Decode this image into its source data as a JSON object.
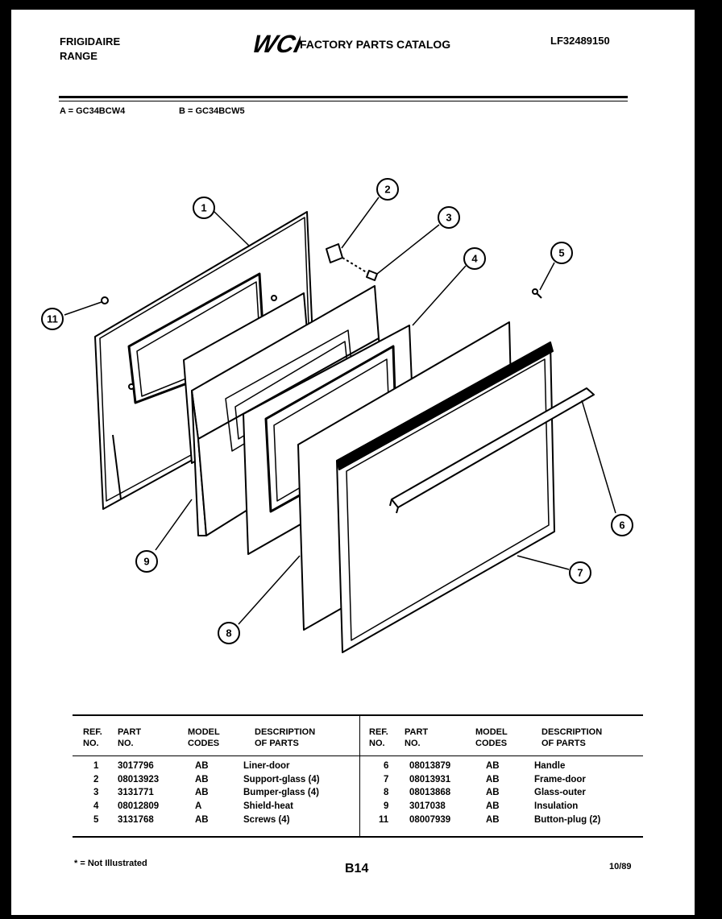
{
  "header": {
    "brand_line1": "FRIGIDAIRE",
    "brand_line2": "RANGE",
    "logo_text": "WCI",
    "catalog_title": "FACTORY PARTS CATALOG",
    "catalog_number": "LF32489150"
  },
  "models": {
    "a": "A = GC34BCW4",
    "b": "B = GC34BCW5"
  },
  "diagram": {
    "callouts": [
      "1",
      "2",
      "3",
      "4",
      "5",
      "6",
      "7",
      "8",
      "9",
      "11"
    ]
  },
  "table": {
    "headers": {
      "ref": "REF.\nNO.",
      "part": "PART\nNO.",
      "codes": "MODEL\nCODES",
      "desc": "DESCRIPTION\nOF PARTS"
    },
    "left_rows": [
      {
        "ref": "1",
        "part": "3017796",
        "codes": "AB",
        "desc": "Liner-door"
      },
      {
        "ref": "2",
        "part": "08013923",
        "codes": "AB",
        "desc": "Support-glass (4)"
      },
      {
        "ref": "3",
        "part": "3131771",
        "codes": "AB",
        "desc": "Bumper-glass (4)"
      },
      {
        "ref": "4",
        "part": "08012809",
        "codes": "A",
        "desc": "Shield-heat"
      },
      {
        "ref": "5",
        "part": "3131768",
        "codes": "AB",
        "desc": "Screws (4)"
      }
    ],
    "right_rows": [
      {
        "ref": "6",
        "part": "08013879",
        "codes": "AB",
        "desc": "Handle"
      },
      {
        "ref": "7",
        "part": "08013931",
        "codes": "AB",
        "desc": "Frame-door"
      },
      {
        "ref": "8",
        "part": "08013868",
        "codes": "AB",
        "desc": "Glass-outer"
      },
      {
        "ref": "9",
        "part": "3017038",
        "codes": "AB",
        "desc": "Insulation"
      },
      {
        "ref": "11",
        "part": "08007939",
        "codes": "AB",
        "desc": "Button-plug (2)"
      }
    ]
  },
  "footer": {
    "note": "* = Not Illustrated",
    "page": "B14",
    "date": "10/89"
  }
}
